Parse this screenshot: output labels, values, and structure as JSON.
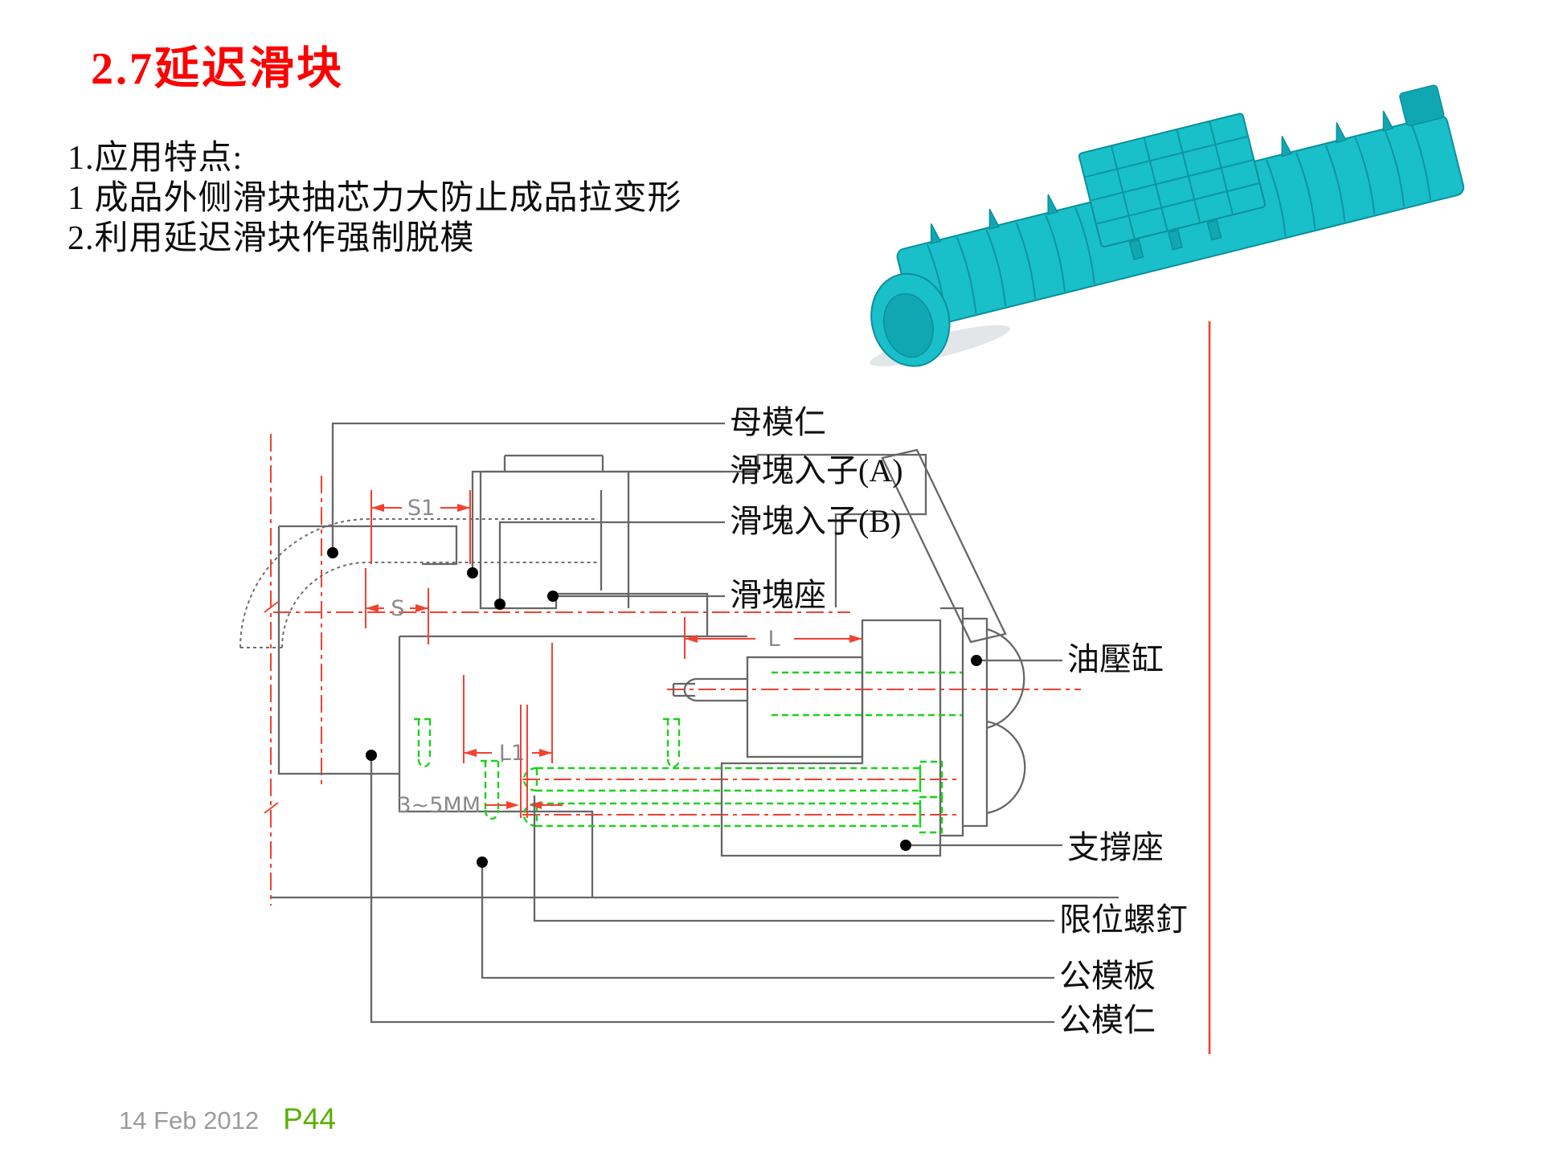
{
  "slide": {
    "title": "2.7延迟滑块",
    "body_lines": [
      "1.应用特点:",
      "1 成品外侧滑块抽芯力大防止成品拉变形",
      "2.利用延迟滑块作强制脱模"
    ],
    "footer": {
      "date": "14 Feb 2012",
      "page": "P44"
    }
  },
  "diagram": {
    "labels": {
      "cavity_insert": "母模仁",
      "slider_insert_a": "滑塊入子(A)",
      "slider_insert_b": "滑塊入子(B)",
      "slider_seat": "滑塊座",
      "hydraulic_cylinder": "油壓缸",
      "support_seat": "支撐座",
      "limit_screw": "限位螺釘",
      "core_plate": "公模板",
      "core_insert": "公模仁"
    },
    "dimensions": {
      "s1": "S1",
      "s": "S",
      "l": "L",
      "l1": "L1",
      "gap": "3~5MM"
    },
    "colors": {
      "outline": "#666666",
      "centerline": "#f54030",
      "screw_green": "#1dd11d",
      "label_text": "#101010",
      "dimension_text": "#8a8a8a"
    }
  },
  "product_render": {
    "body_color": "#19c0c9",
    "edge_color": "#0b8f9b"
  },
  "colors": {
    "title_red": "#fe0000",
    "footer_date_gray": "#9b9b9b",
    "footer_page_green": "#58b000",
    "background": "#ffffff"
  }
}
